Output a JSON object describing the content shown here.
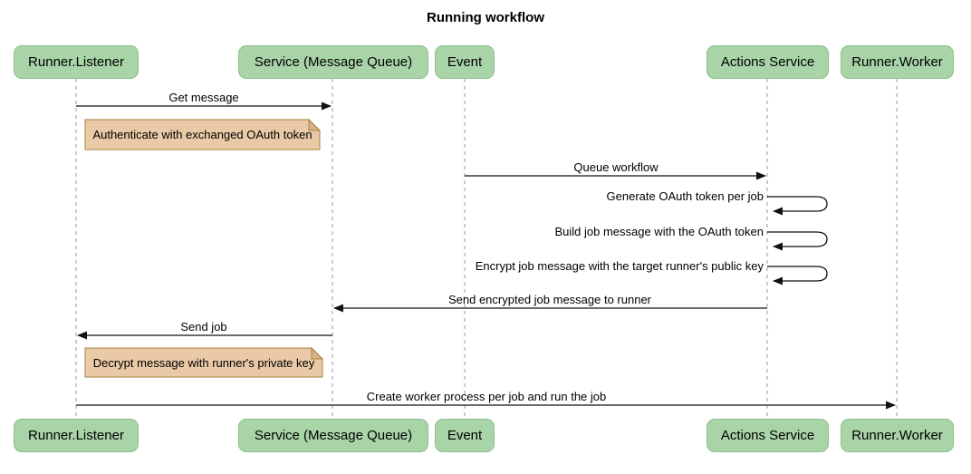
{
  "title": "Running workflow",
  "colors": {
    "actor_fill": "#a8d4a8",
    "actor_border": "#8cbf8c",
    "note_fill": "#e9c9a6",
    "note_border": "#a8823d",
    "note_fold": "#d8b286",
    "lifeline": "#9a9a9a",
    "arrow": "#111111"
  },
  "actors": [
    {
      "id": "runner-listener",
      "label": "Runner.Listener"
    },
    {
      "id": "service-message-queue",
      "label": "Service (Message Queue)"
    },
    {
      "id": "event",
      "label": "Event"
    },
    {
      "id": "actions-service",
      "label": "Actions Service"
    },
    {
      "id": "runner-worker",
      "label": "Runner.Worker"
    }
  ],
  "messages": [
    {
      "label": "Get message",
      "from": "Runner.Listener",
      "to": "Service (Message Queue)",
      "type": "solid-arrow"
    },
    {
      "label": "Queue workflow",
      "from": "Event",
      "to": "Actions Service",
      "type": "solid-arrow"
    },
    {
      "label": "Generate OAuth token per job",
      "from": "Actions Service",
      "to": "Actions Service",
      "type": "self-loop"
    },
    {
      "label": "Build job message with the OAuth token",
      "from": "Actions Service",
      "to": "Actions Service",
      "type": "self-loop"
    },
    {
      "label": "Encrypt job message with the target runner's public key",
      "from": "Actions Service",
      "to": "Actions Service",
      "type": "self-loop"
    },
    {
      "label": "Send encrypted job message to runner",
      "from": "Actions Service",
      "to": "Service (Message Queue)",
      "type": "solid-arrow"
    },
    {
      "label": "Send job",
      "from": "Service (Message Queue)",
      "to": "Runner.Listener",
      "type": "solid-arrow"
    },
    {
      "label": "Create worker process per job and run the job",
      "from": "Runner.Listener",
      "to": "Runner.Worker",
      "type": "solid-arrow"
    }
  ],
  "notes": [
    {
      "label": "Authenticate with exchanged OAuth token",
      "anchor": "Runner.Listener"
    },
    {
      "label": "Decrypt message with runner's private key",
      "anchor": "Runner.Listener"
    }
  ]
}
